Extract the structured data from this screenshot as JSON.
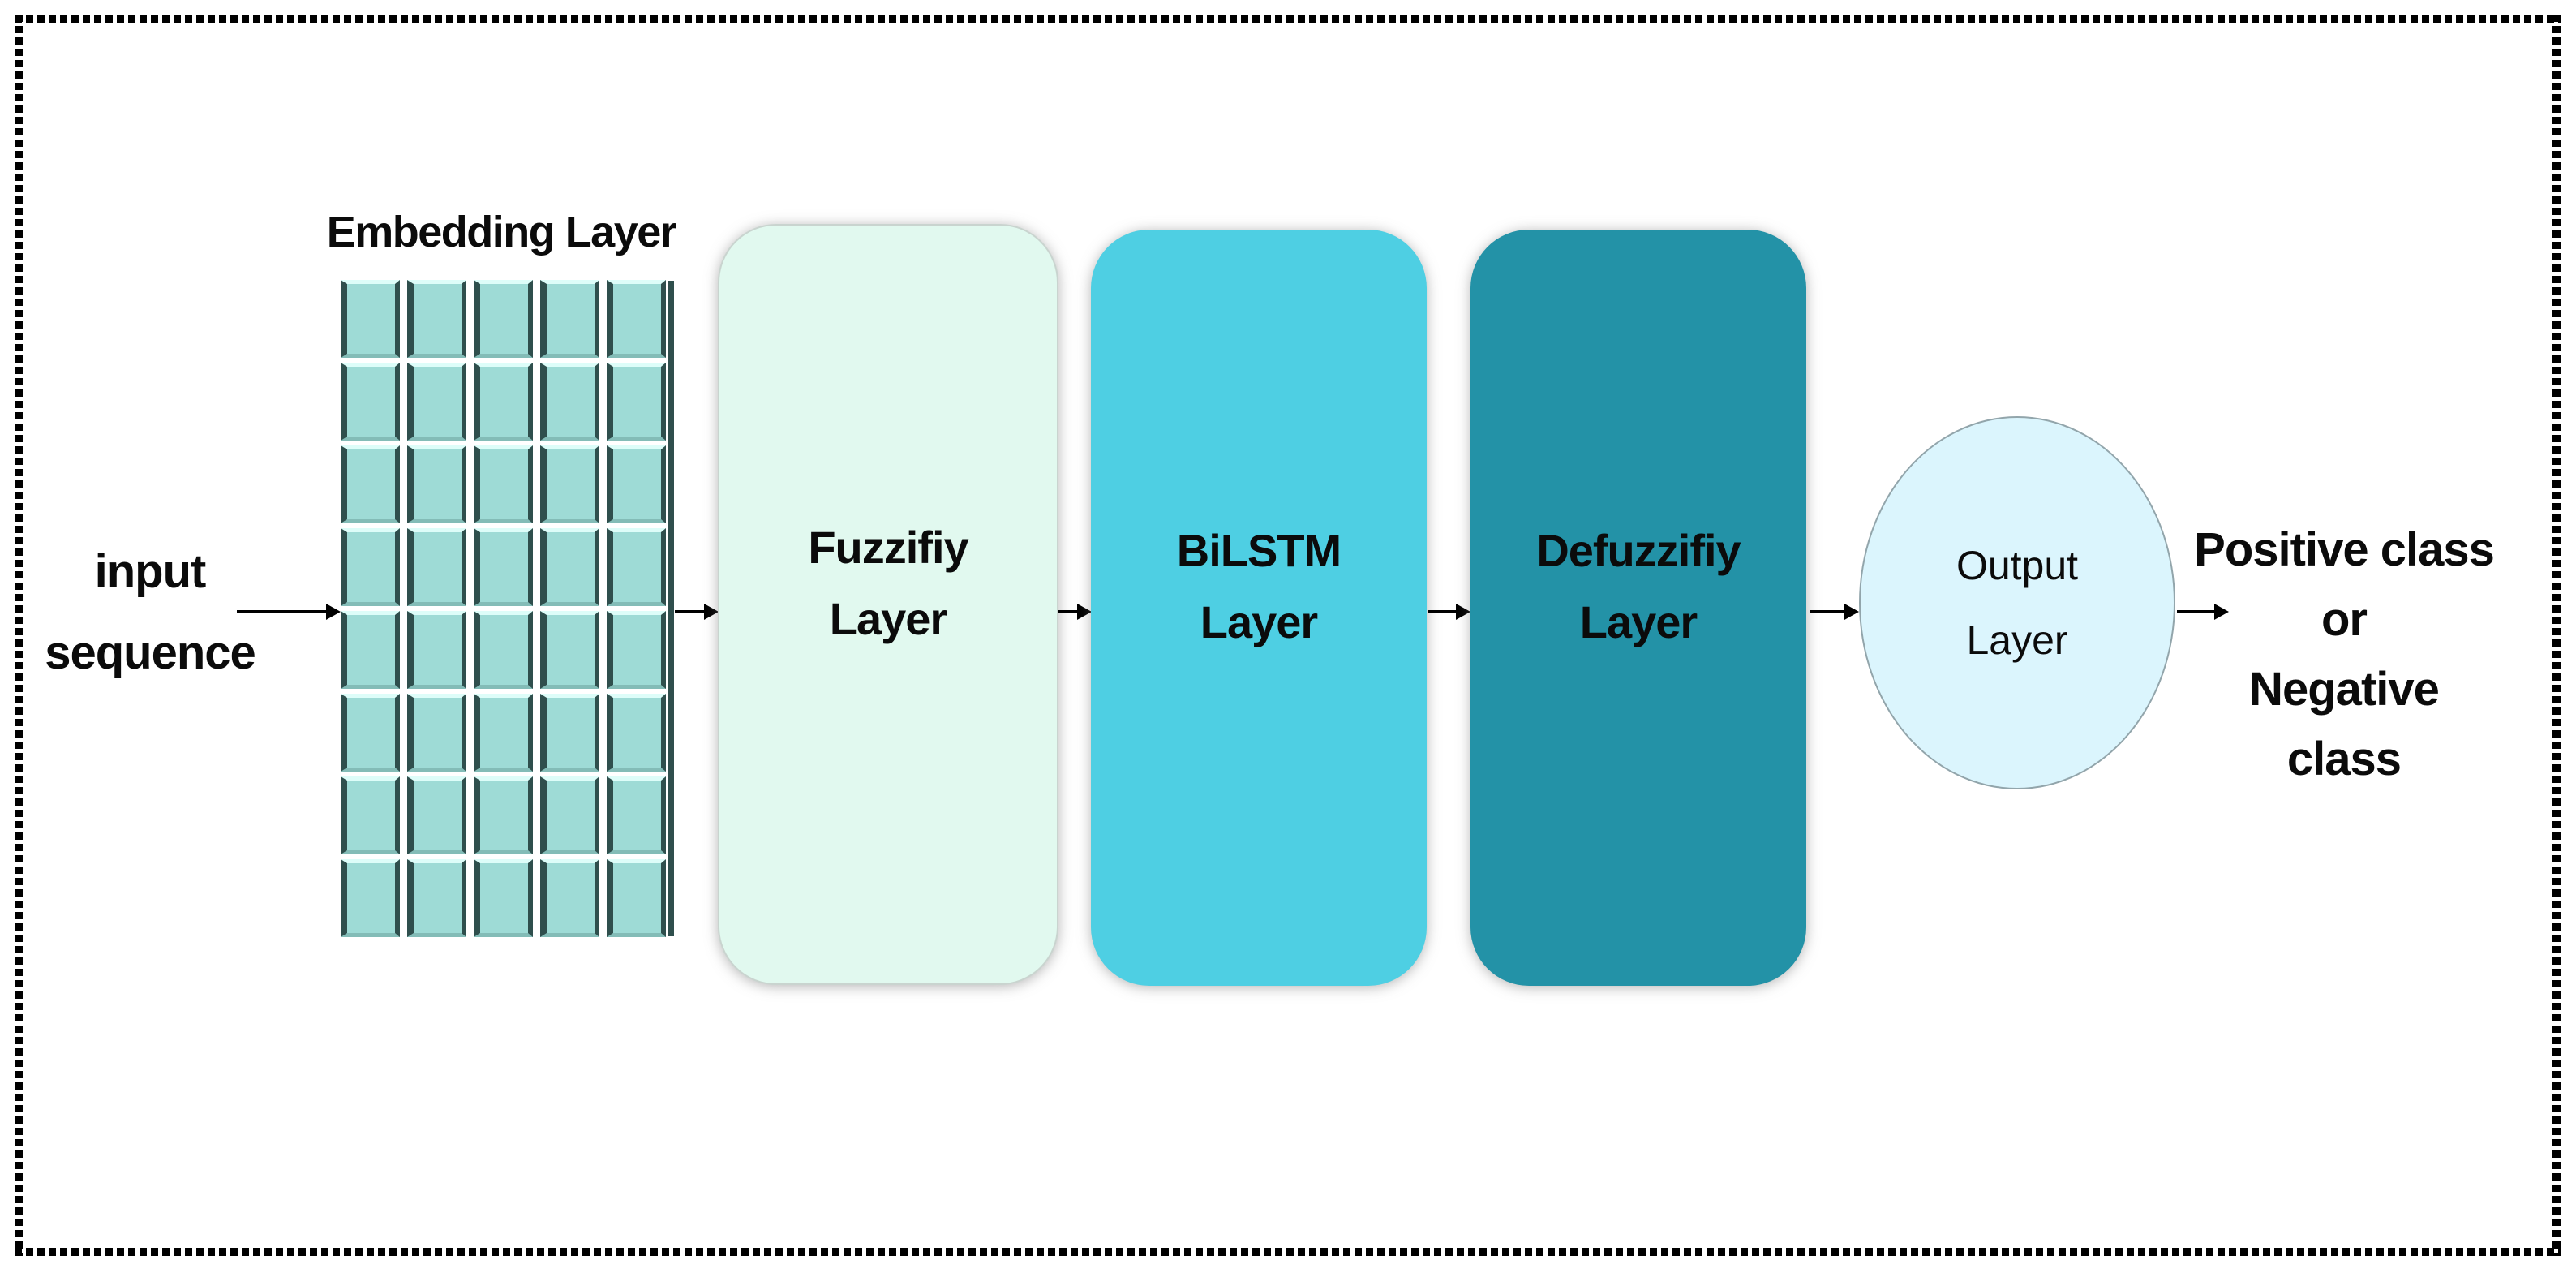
{
  "figure": {
    "type": "model-architecture-diagram",
    "input": {
      "lines": [
        "input",
        "sequence"
      ]
    },
    "embedding": {
      "title": "Embedding Layer",
      "grid": {
        "rows": 8,
        "cols": 5,
        "cell_color": "#9edbd6"
      }
    },
    "layers": [
      {
        "id": "fuzzify",
        "lines": [
          "Fuzzifiy",
          "Layer"
        ],
        "bg": "#e1f9ef"
      },
      {
        "id": "bilstm",
        "lines": [
          "BiLSTM",
          "Layer"
        ],
        "bg": "#4ecfe3"
      },
      {
        "id": "defuzzify",
        "lines": [
          "Defuzzifiy",
          "Layer"
        ],
        "bg": "#2392a7"
      }
    ],
    "output": {
      "lines": [
        "Output",
        "Layer"
      ],
      "bg": "#dbf5fd"
    },
    "result": {
      "lines": [
        "Positive class",
        "or",
        "Negative class"
      ]
    },
    "colors": {
      "arrow": "#000000",
      "border": "#000000",
      "text": "#0b0b0b"
    }
  }
}
